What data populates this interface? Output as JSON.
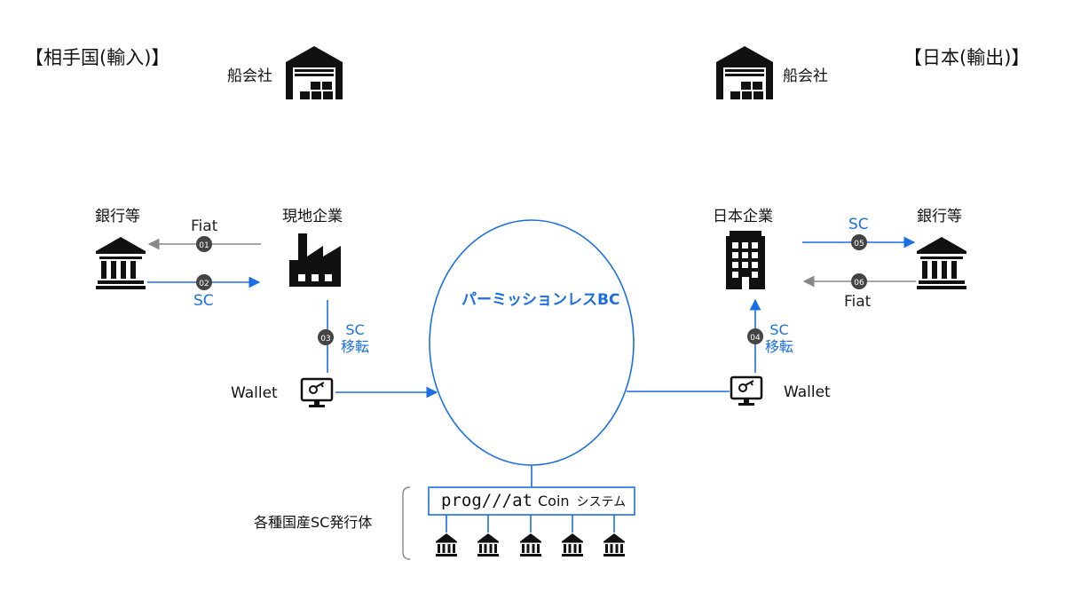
{
  "left": {
    "region": "【相手国(輸入)】",
    "shipping": "船会社",
    "bank": "銀行等",
    "company": "現地企業",
    "wallet": "Wallet",
    "flow_fiat": {
      "step": "01",
      "label": "Fiat"
    },
    "flow_sc": {
      "step": "02",
      "label": "SC"
    },
    "transfer": {
      "step": "03",
      "line1": "SC",
      "line2": "移転"
    }
  },
  "right": {
    "region": "【日本(輸出)】",
    "shipping": "船会社",
    "bank": "銀行等",
    "company": "日本企業",
    "wallet": "Wallet",
    "flow_sc": {
      "step": "05",
      "label": "SC"
    },
    "flow_fiat": {
      "step": "06",
      "label": "Fiat"
    },
    "transfer": {
      "step": "04",
      "line1": "SC",
      "line2": "移転"
    }
  },
  "center": {
    "blockchain": "パーミッションレスBC",
    "system": {
      "brand_prog": "prog",
      "brand_slash": "///",
      "brand_at": "at",
      "coin": "Coin",
      "suffix": "システム"
    },
    "issuers": "各種国産SC発行体"
  },
  "colors": {
    "accent": "#1a6fe6",
    "gray_arrow": "#888888",
    "badge": "#444444",
    "icon": "#111111"
  }
}
